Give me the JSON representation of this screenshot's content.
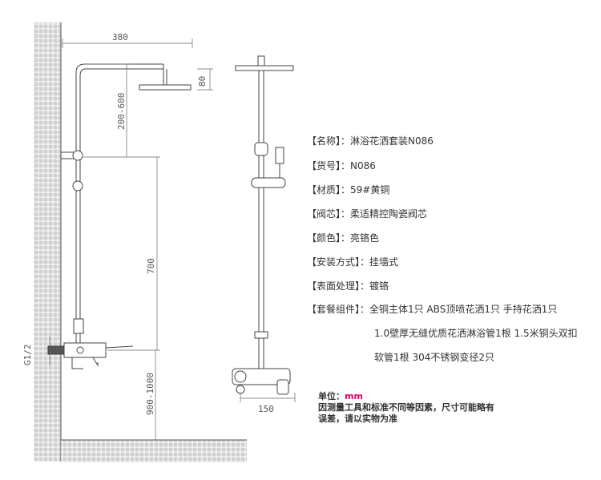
{
  "dimensions": {
    "d380": "380",
    "d80": "80",
    "d200_600": "200-600",
    "d700": "700",
    "d900_1000": "900-1000",
    "d150": "150",
    "g12": "G1/2"
  },
  "specs": [
    {
      "label": "【名称】",
      "value": "：淋浴花洒套装N086"
    },
    {
      "label": "【货号】",
      "value": "：N086"
    },
    {
      "label": "【材质】",
      "value": "：59#黄铜"
    },
    {
      "label": "【阀芯】",
      "value": "：柔适精控陶瓷阀芯"
    },
    {
      "label": "【颜色】",
      "value": "：亮铬色"
    },
    {
      "label": "【安装方式】",
      "value": "：挂墙式"
    },
    {
      "label": "【表面处理】",
      "value": "：镀铬"
    },
    {
      "label": "【套餐组件】",
      "value": "：全铜主体1只  ABS顶喷花洒1只  手持花洒1只"
    }
  ],
  "spec_cont": [
    "1.0壁厚无缝优质花洒淋浴管1根  1.5米铜头双扣",
    "软管1根     304不锈钢变径2只"
  ],
  "note": {
    "unit_label": "单位：",
    "unit_value": "mm",
    "line1": "因测量工具和标准不同等因素，尺寸可能略有",
    "line2": "误差，请以实物为准"
  },
  "colors": {
    "line": "#444444",
    "dim": "#666666",
    "accent": "#e0006d",
    "wall_fill": "#c9c9c9"
  }
}
